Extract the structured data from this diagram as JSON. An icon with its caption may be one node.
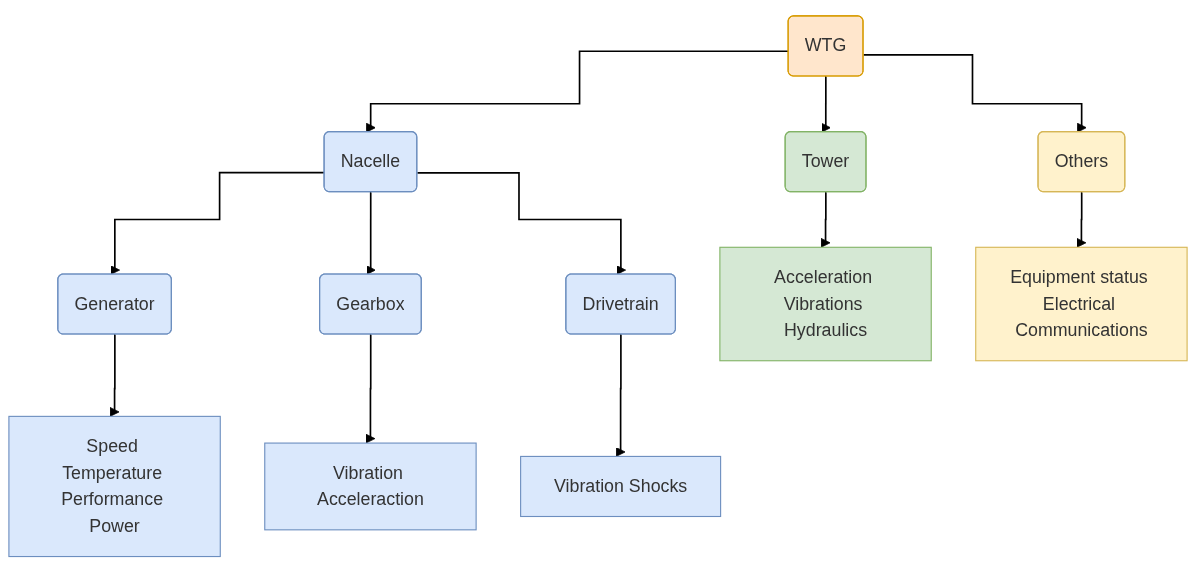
{
  "diagram": {
    "nodes": [
      {
        "text": [
          "WTG"
        ]
      },
      {
        "text": [
          "Nacelle"
        ]
      },
      {
        "text": [
          "Tower"
        ]
      },
      {
        "text": [
          "Others"
        ]
      },
      {
        "text": [
          "Generator"
        ]
      },
      {
        "text": [
          "Gearbox"
        ]
      },
      {
        "text": [
          "Drivetrain"
        ]
      },
      {
        "text": [
          "Speed Temperature Performance Power"
        ]
      },
      {
        "text": [
          "Vibration Acceleraction"
        ]
      },
      {
        "text": [
          "Vibration Shocks"
        ]
      },
      {
        "text": [
          "Acceleration Vibrations Hydraulics"
        ]
      },
      {
        "text": [
          "Equipment status Electrical Communications"
        ]
      }
    ],
    "edges": [
      {
        "from": 0,
        "to": 1,
        "arrow": "to"
      },
      {
        "from": 0,
        "to": 2,
        "arrow": "to"
      },
      {
        "from": 0,
        "to": 3,
        "arrow": "to"
      },
      {
        "from": 1,
        "to": 4,
        "arrow": "to"
      },
      {
        "from": 1,
        "to": 5,
        "arrow": "to"
      },
      {
        "from": 1,
        "to": 6,
        "arrow": "to"
      },
      {
        "from": 4,
        "to": 7,
        "arrow": "to"
      },
      {
        "from": 5,
        "to": 8,
        "arrow": "to"
      },
      {
        "from": 6,
        "to": 9,
        "arrow": "to"
      },
      {
        "from": 2,
        "to": 10,
        "arrow": "to"
      },
      {
        "from": 3,
        "to": 11,
        "arrow": "to"
      }
    ]
  }
}
